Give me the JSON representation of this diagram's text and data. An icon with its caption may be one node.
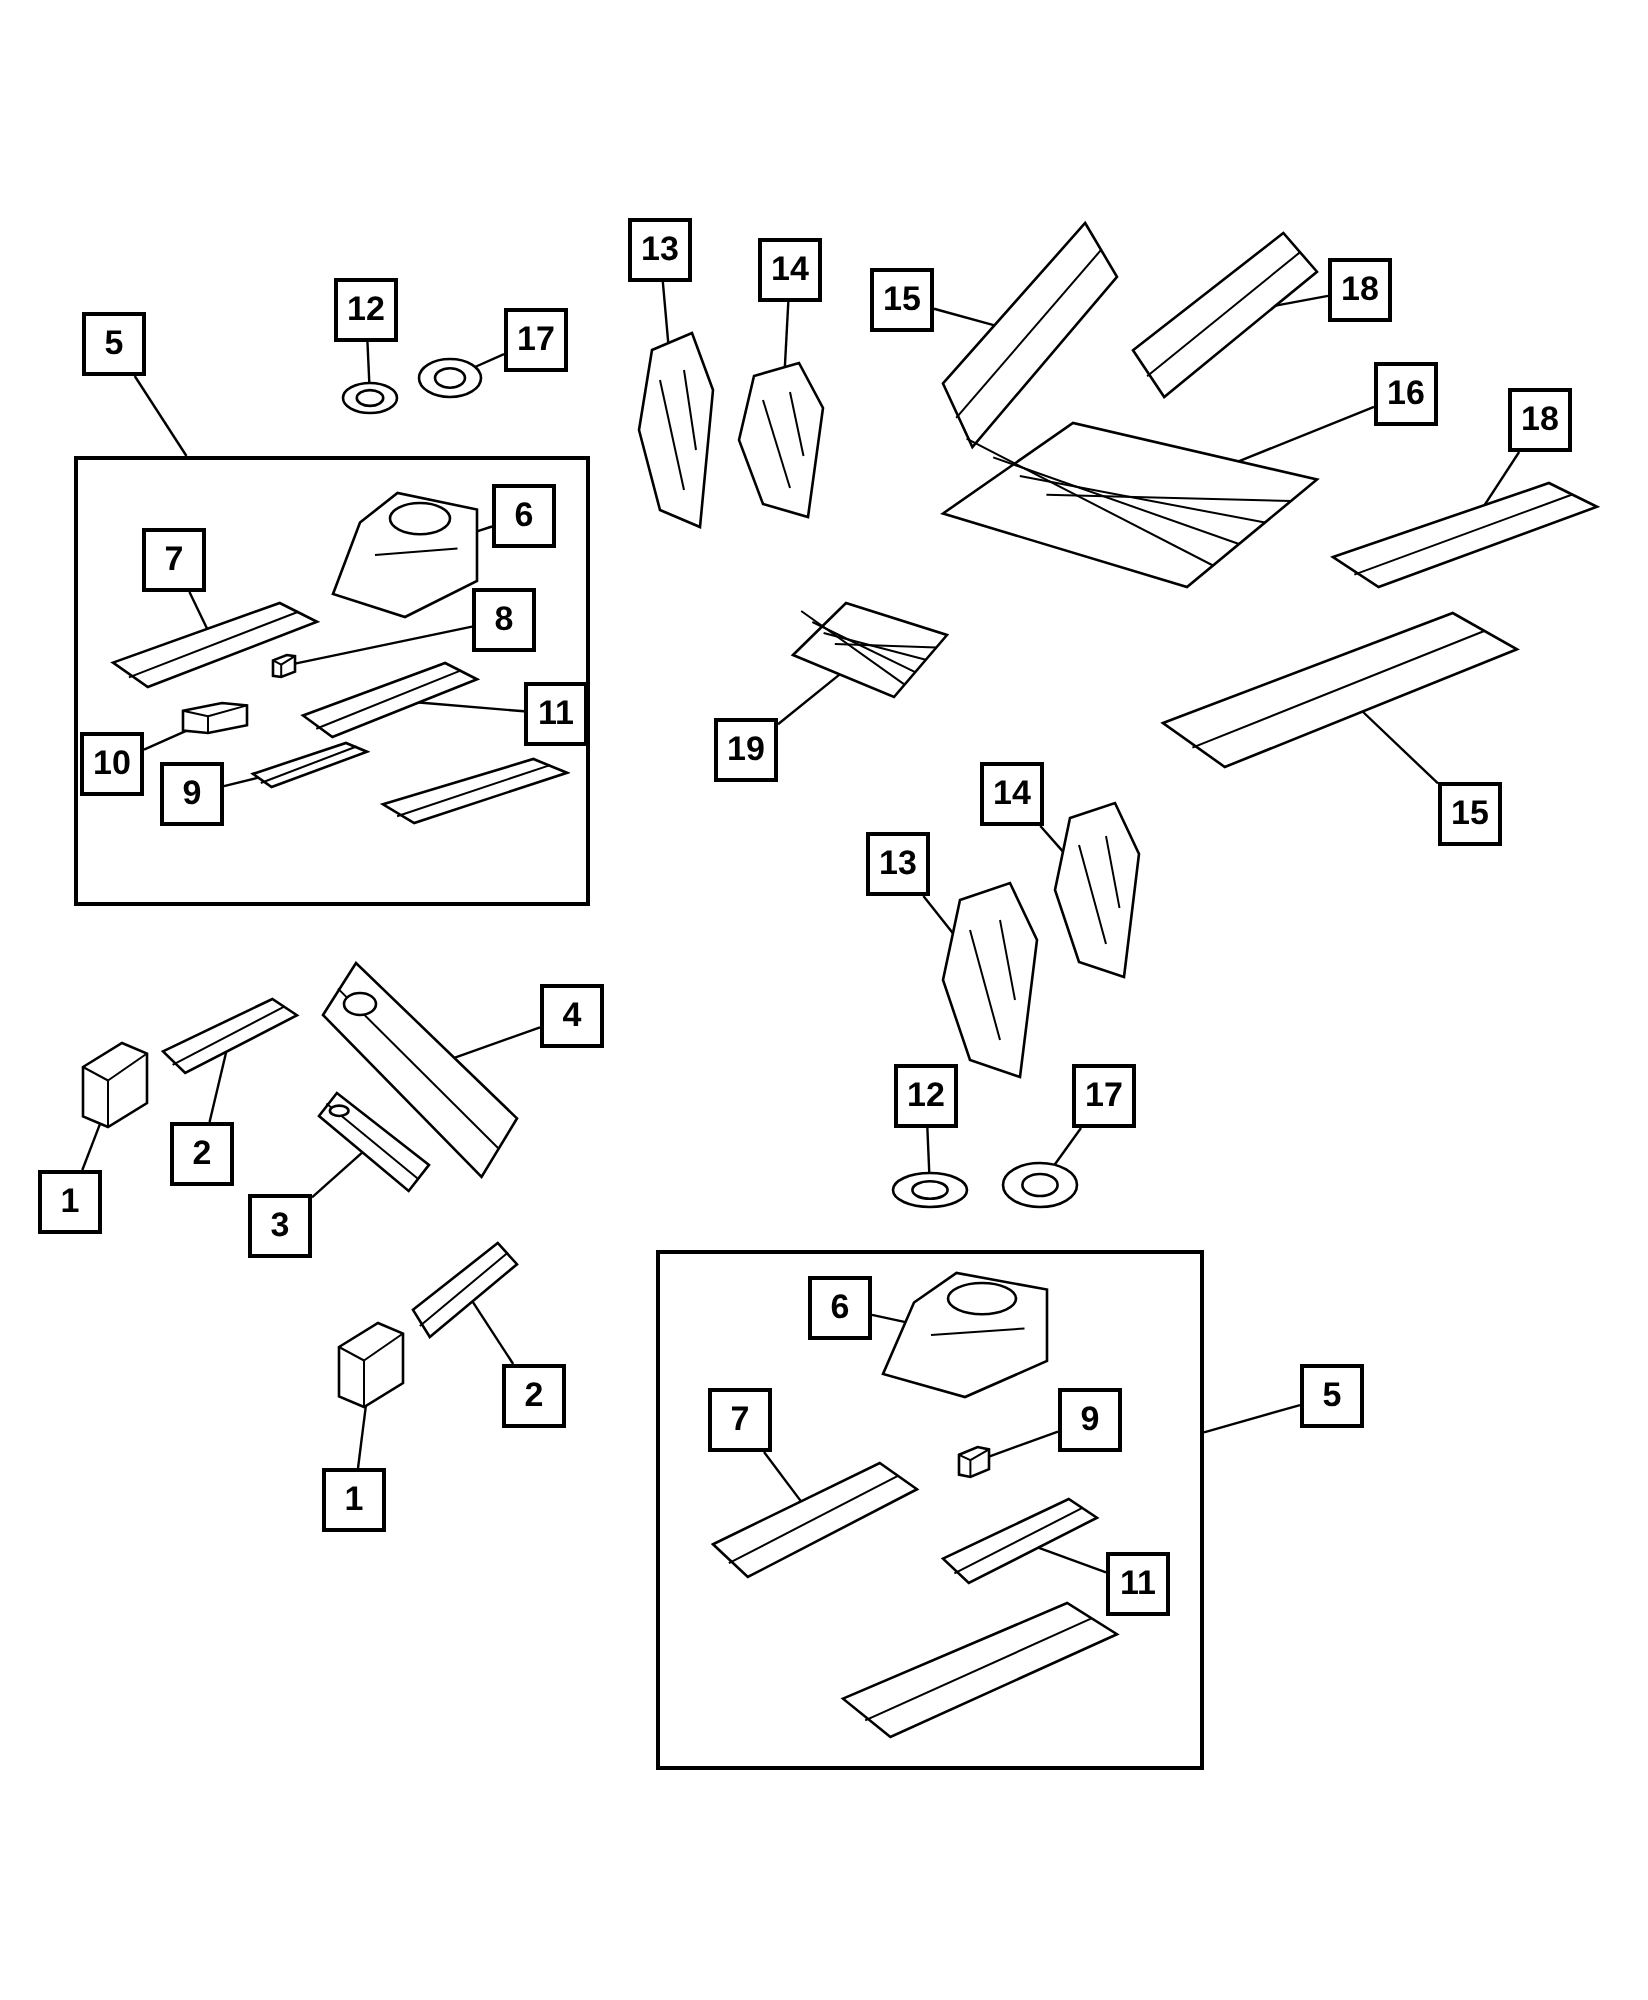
{
  "diagram": {
    "nodes": [
      {
        "text": [
          "5"
        ]
      },
      {
        "text": [],
        "shape": "box"
      },
      {
        "text": [
          "7"
        ],
        "in": 1
      },
      {
        "text": [],
        "shape": "picture",
        "in": 1
      },
      {
        "text": [
          "6"
        ],
        "in": 1
      },
      {
        "text": [],
        "shape": "picture",
        "in": 1
      },
      {
        "text": [
          "8"
        ],
        "in": 1
      },
      {
        "text": [],
        "shape": "picture",
        "in": 1
      },
      {
        "text": [
          "11"
        ],
        "in": 1
      },
      {
        "text": [],
        "shape": "picture",
        "in": 1
      },
      {
        "text": [
          "10"
        ],
        "in": 1
      },
      {
        "text": [],
        "shape": "picture",
        "in": 1
      },
      {
        "text": [
          "9"
        ],
        "in": 1
      },
      {
        "text": [],
        "shape": "picture",
        "in": 1
      },
      {
        "text": [
          "12"
        ]
      },
      {
        "text": [],
        "shape": "picture"
      },
      {
        "text": [
          "17"
        ]
      },
      {
        "text": [],
        "shape": "picture"
      },
      {
        "text": [
          "13"
        ]
      },
      {
        "text": [],
        "shape": "picture"
      },
      {
        "text": [
          "14"
        ]
      },
      {
        "text": [],
        "shape": "picture"
      },
      {
        "text": [
          "15"
        ]
      },
      {
        "text": [],
        "shape": "picture"
      },
      {
        "text": [
          "18"
        ]
      },
      {
        "text": [],
        "shape": "picture"
      },
      {
        "text": [
          "16"
        ]
      },
      {
        "text": [],
        "shape": "picture"
      },
      {
        "text": [
          "18"
        ]
      },
      {
        "text": [],
        "shape": "picture"
      },
      {
        "text": [
          "19"
        ]
      },
      {
        "text": [],
        "shape": "picture"
      },
      {
        "text": [
          "14"
        ]
      },
      {
        "text": [],
        "shape": "picture"
      },
      {
        "text": [
          "13"
        ]
      },
      {
        "text": [],
        "shape": "picture"
      },
      {
        "text": [
          "15"
        ]
      },
      {
        "text": [],
        "shape": "picture"
      },
      {
        "text": [
          "4"
        ]
      },
      {
        "text": [],
        "shape": "picture"
      },
      {
        "text": [
          "1"
        ]
      },
      {
        "text": [],
        "shape": "picture"
      },
      {
        "text": [
          "2"
        ]
      },
      {
        "text": [],
        "shape": "picture"
      },
      {
        "text": [
          "3"
        ]
      },
      {
        "text": [],
        "shape": "picture"
      },
      {
        "text": [
          "12"
        ]
      },
      {
        "text": [],
        "shape": "picture"
      },
      {
        "text": [
          "17"
        ]
      },
      {
        "text": [],
        "shape": "picture"
      },
      {
        "text": [
          "2"
        ]
      },
      {
        "text": [],
        "shape": "picture"
      },
      {
        "text": [
          "1"
        ]
      },
      {
        "text": [],
        "shape": "picture"
      },
      {
        "text": [
          "5"
        ]
      },
      {
        "text": [],
        "shape": "box"
      },
      {
        "text": [
          "6"
        ],
        "in": 55
      },
      {
        "text": [],
        "shape": "picture",
        "in": 55
      },
      {
        "text": [
          "7"
        ],
        "in": 55
      },
      {
        "text": [],
        "shape": "picture",
        "in": 55
      },
      {
        "text": [
          "9"
        ],
        "in": 55
      },
      {
        "text": [],
        "shape": "picture",
        "in": 55
      },
      {
        "text": [
          "11"
        ],
        "in": 55
      },
      {
        "text": [],
        "shape": "picture",
        "in": 55
      }
    ],
    "edges": [
      {
        "from": 0,
        "to": 1,
        "arrow": "none"
      },
      {
        "from": 2,
        "to": 3,
        "arrow": "none"
      },
      {
        "from": 4,
        "to": 5,
        "arrow": "none"
      },
      {
        "from": 6,
        "to": 7,
        "arrow": "none"
      },
      {
        "from": 8,
        "to": 9,
        "arrow": "none"
      },
      {
        "from": 10,
        "to": 11,
        "arrow": "none"
      },
      {
        "from": 12,
        "to": 13,
        "arrow": "none"
      },
      {
        "from": 14,
        "to": 15,
        "arrow": "none"
      },
      {
        "from": 16,
        "to": 17,
        "arrow": "none"
      },
      {
        "from": 18,
        "to": 19,
        "arrow": "none"
      },
      {
        "from": 20,
        "to": 21,
        "arrow": "none"
      },
      {
        "from": 22,
        "to": 23,
        "arrow": "none"
      },
      {
        "from": 24,
        "to": 25,
        "arrow": "none"
      },
      {
        "from": 26,
        "to": 27,
        "arrow": "none"
      },
      {
        "from": 28,
        "to": 29,
        "arrow": "none"
      },
      {
        "from": 30,
        "to": 31,
        "arrow": "none"
      },
      {
        "from": 32,
        "to": 33,
        "arrow": "none"
      },
      {
        "from": 34,
        "to": 35,
        "arrow": "none"
      },
      {
        "from": 36,
        "to": 37,
        "arrow": "none"
      },
      {
        "from": 38,
        "to": 39,
        "arrow": "none"
      },
      {
        "from": 40,
        "to": 41,
        "arrow": "none"
      },
      {
        "from": 42,
        "to": 43,
        "arrow": "none"
      },
      {
        "from": 44,
        "to": 45,
        "arrow": "none"
      },
      {
        "from": 46,
        "to": 47,
        "arrow": "none"
      },
      {
        "from": 48,
        "to": 49,
        "arrow": "none"
      },
      {
        "from": 50,
        "to": 51,
        "arrow": "none"
      },
      {
        "from": 52,
        "to": 53,
        "arrow": "none"
      },
      {
        "from": 54,
        "to": 55,
        "arrow": "none"
      },
      {
        "from": 56,
        "to": 57,
        "arrow": "none"
      },
      {
        "from": 58,
        "to": 59,
        "arrow": "none"
      },
      {
        "from": 60,
        "to": 61,
        "arrow": "none"
      },
      {
        "from": 62,
        "to": 63,
        "arrow": "none"
      }
    ]
  }
}
